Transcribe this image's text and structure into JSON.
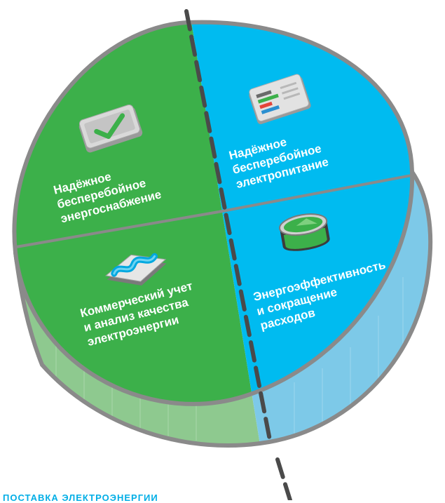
{
  "colors": {
    "green": "#3cb04a",
    "green_side": "#8ec98f",
    "blue": "#00bbf0",
    "blue_side": "#7dc9e8",
    "rim": "#8a8a8a",
    "divider": "#4a4a4a",
    "caption": "#00aee6"
  },
  "segments": {
    "top_left": {
      "lines": [
        "Надёжное",
        "бесперебойное",
        "энергоснабжение"
      ],
      "icon": "checkmark-tablet-icon"
    },
    "top_right": {
      "lines": [
        "Надёжное",
        "бесперебойное",
        "электропитание"
      ],
      "icon": "bar-chart-document-icon"
    },
    "bottom_left": {
      "lines": [
        "Коммерческий учет",
        "и анализ качества",
        "электроэнергии"
      ],
      "icon": "wave-flow-icon"
    },
    "bottom_right": {
      "lines": [
        "Энергоэффективность",
        "и сокращение",
        "расходов"
      ],
      "icon": "tank-gauge-icon"
    }
  },
  "bottom_caption": "ПОСТАВКА ЭЛЕКТРОЭНЕРГИИ"
}
